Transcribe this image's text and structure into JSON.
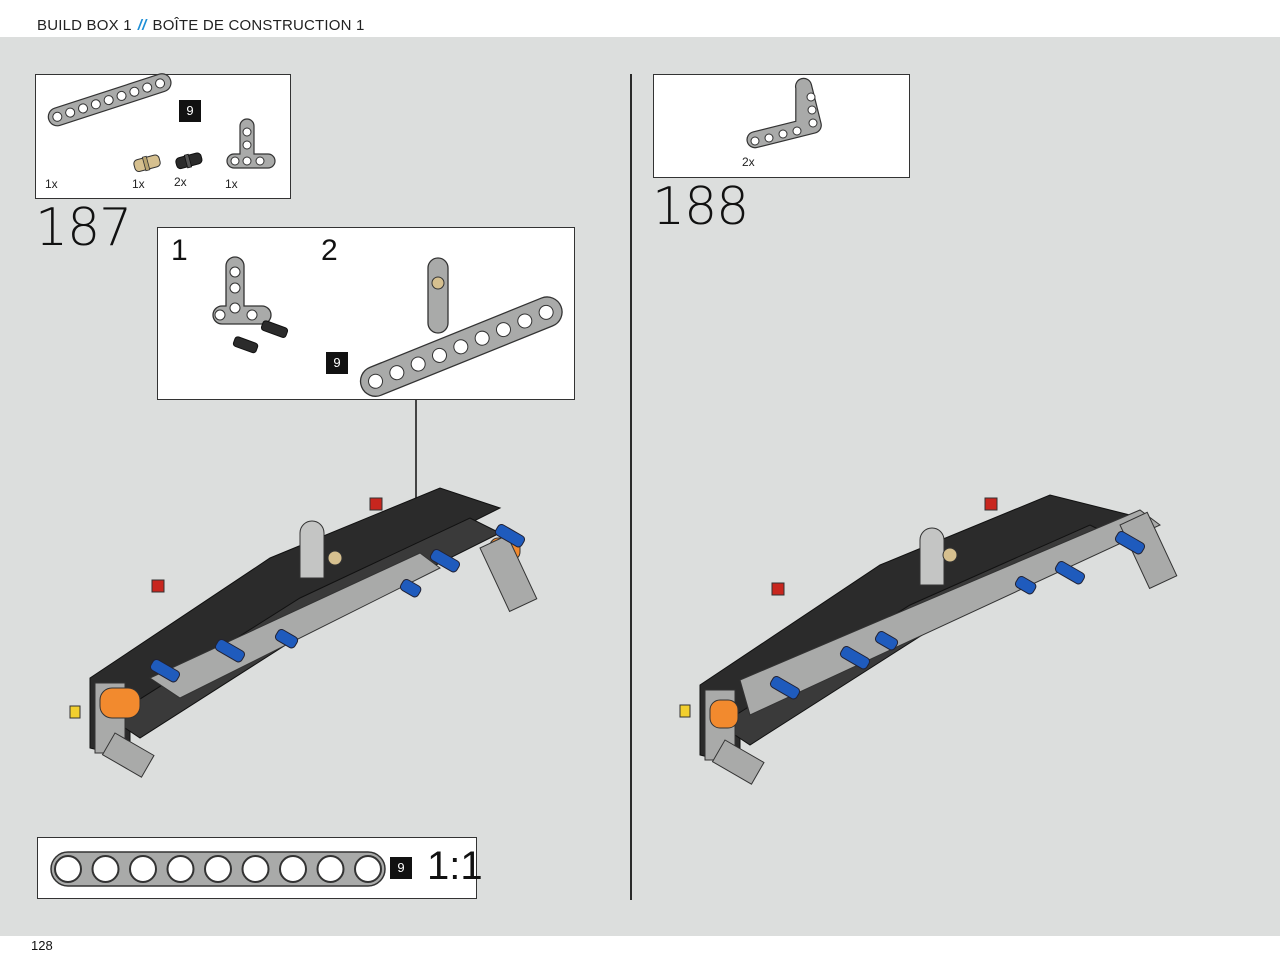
{
  "header": {
    "title_en": "BUILD BOX 1",
    "separator": "//",
    "title_fr": "BOÎTE DE CONSTRUCTION 1"
  },
  "left_step": {
    "number": "187",
    "parts": [
      {
        "name": "beam-9",
        "qty": "1x"
      },
      {
        "name": "tan-axle-pin",
        "qty": "1x"
      },
      {
        "name": "black-friction-pin",
        "qty": "2x"
      },
      {
        "name": "t-beam",
        "qty": "1x"
      }
    ],
    "parts_badge": "9",
    "substep_1": "1",
    "substep_2": "2",
    "sub_badge": "9",
    "scale_badge": "9",
    "scale_label": "1:1"
  },
  "right_step": {
    "number": "188",
    "parts": [
      {
        "name": "l-beam",
        "qty": "2x"
      }
    ]
  },
  "colors": {
    "accent_blue": "#1e8fd6",
    "background": "#dcdedd",
    "brick_black": "#2b2b2b",
    "brick_gray": "#a9aaa9",
    "pin_blue": "#1f5bbd",
    "pin_orange": "#f28a2e",
    "pin_red": "#c8261e"
  },
  "footer": {
    "page_number": "128"
  }
}
